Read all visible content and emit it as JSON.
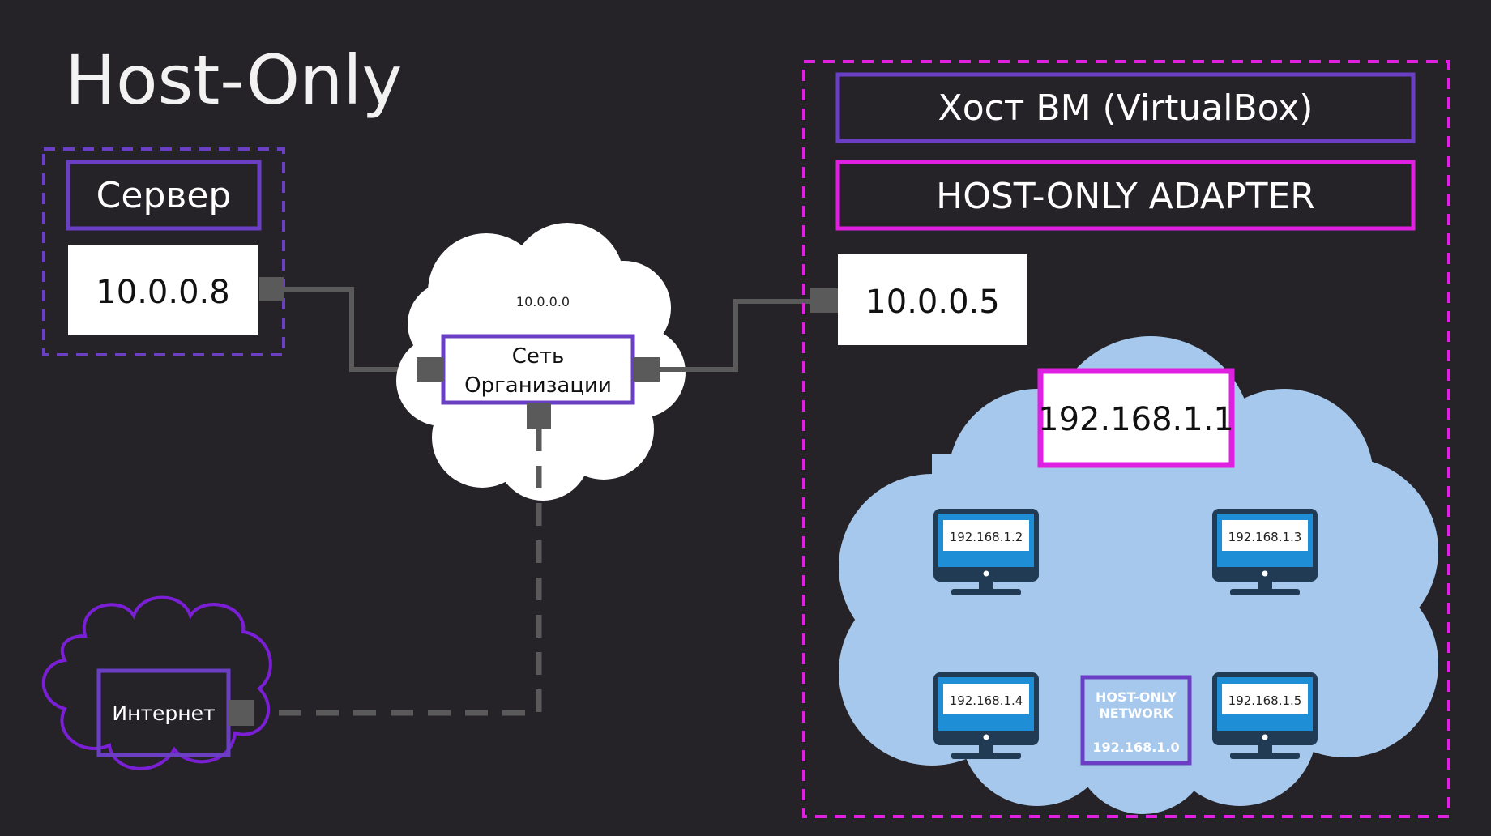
{
  "title": "Host-Only",
  "server": {
    "label": "Сервер",
    "ip": "10.0.0.8"
  },
  "org_network": {
    "subnet": "10.0.0.0",
    "label_line1": "Сеть",
    "label_line2": "Организации"
  },
  "internet": {
    "label": "Интернет"
  },
  "host": {
    "label": "Хост ВМ (VirtualBox)",
    "adapter_label": "HOST-ONLY ADAPTER",
    "ip": "10.0.0.5",
    "adapter_ip": "192.168.1.1",
    "vms": [
      "192.168.1.2",
      "192.168.1.3",
      "192.168.1.4",
      "192.168.1.5"
    ],
    "hostonly_network": {
      "line1": "HOST-ONLY",
      "line2": "NETWORK",
      "subnet": "192.168.1.0"
    }
  },
  "colors": {
    "background": "#252327",
    "purple": "#6a3fc4",
    "magenta": "#e020e0",
    "cloud_blue": "#a6c8ec",
    "monitor_blue": "#1e8fd6",
    "monitor_dark": "#213b55",
    "connector": "#5a5a5a"
  }
}
